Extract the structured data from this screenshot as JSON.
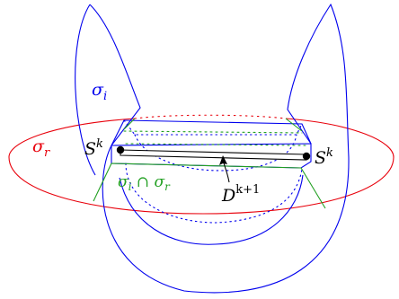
{
  "colors": {
    "sigma_i": "#0000ee",
    "sigma_r": "#e8000b",
    "intersection": "#22a022",
    "disk": "#000000",
    "background": "#ffffff"
  },
  "labels": {
    "sigma_i": {
      "base": "σ",
      "sub": "i"
    },
    "sigma_r": {
      "base": "σ",
      "sub": "r"
    },
    "sphere_left": {
      "base": "S",
      "sup": "k"
    },
    "sphere_right": {
      "base": "S",
      "sup": "k"
    },
    "intersection": {
      "base1": "σ",
      "sub1": "i",
      "op": " ∩ ",
      "base2": "σ",
      "sub2": "r"
    },
    "disk": {
      "base": "D",
      "sup": "k+1"
    }
  }
}
